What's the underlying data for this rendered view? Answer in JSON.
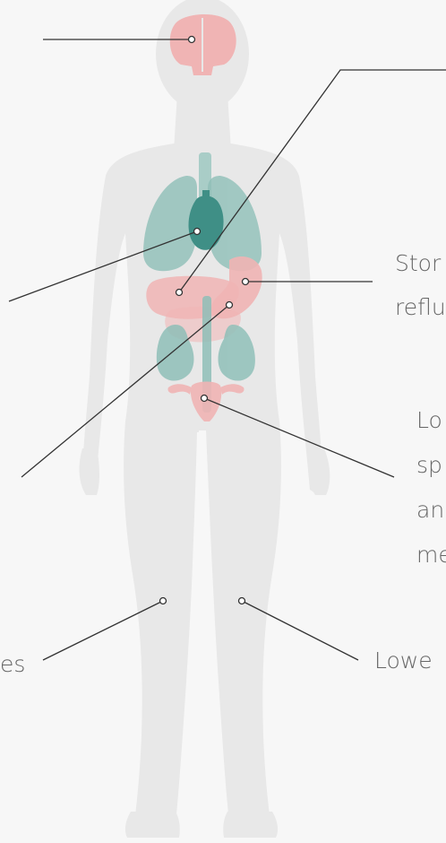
{
  "callouts": {
    "stomach": {
      "lines": [
        "Stor",
        "reflu"
      ]
    },
    "lower_abdomen": {
      "lines": [
        "Lo",
        "sp",
        "an",
        "me"
      ]
    },
    "lower_leg": {
      "lines": [
        "Lowe"
      ]
    },
    "left_leg": {
      "lines": [
        "es"
      ]
    }
  },
  "colors": {
    "background": "#f7f7f7",
    "body_silhouette": "#e8e8e8",
    "organ_teal": "#8fbfb8",
    "organ_teal_dark": "#3f8f86",
    "organ_pink": "#f0b4b4",
    "line": "#333333"
  }
}
